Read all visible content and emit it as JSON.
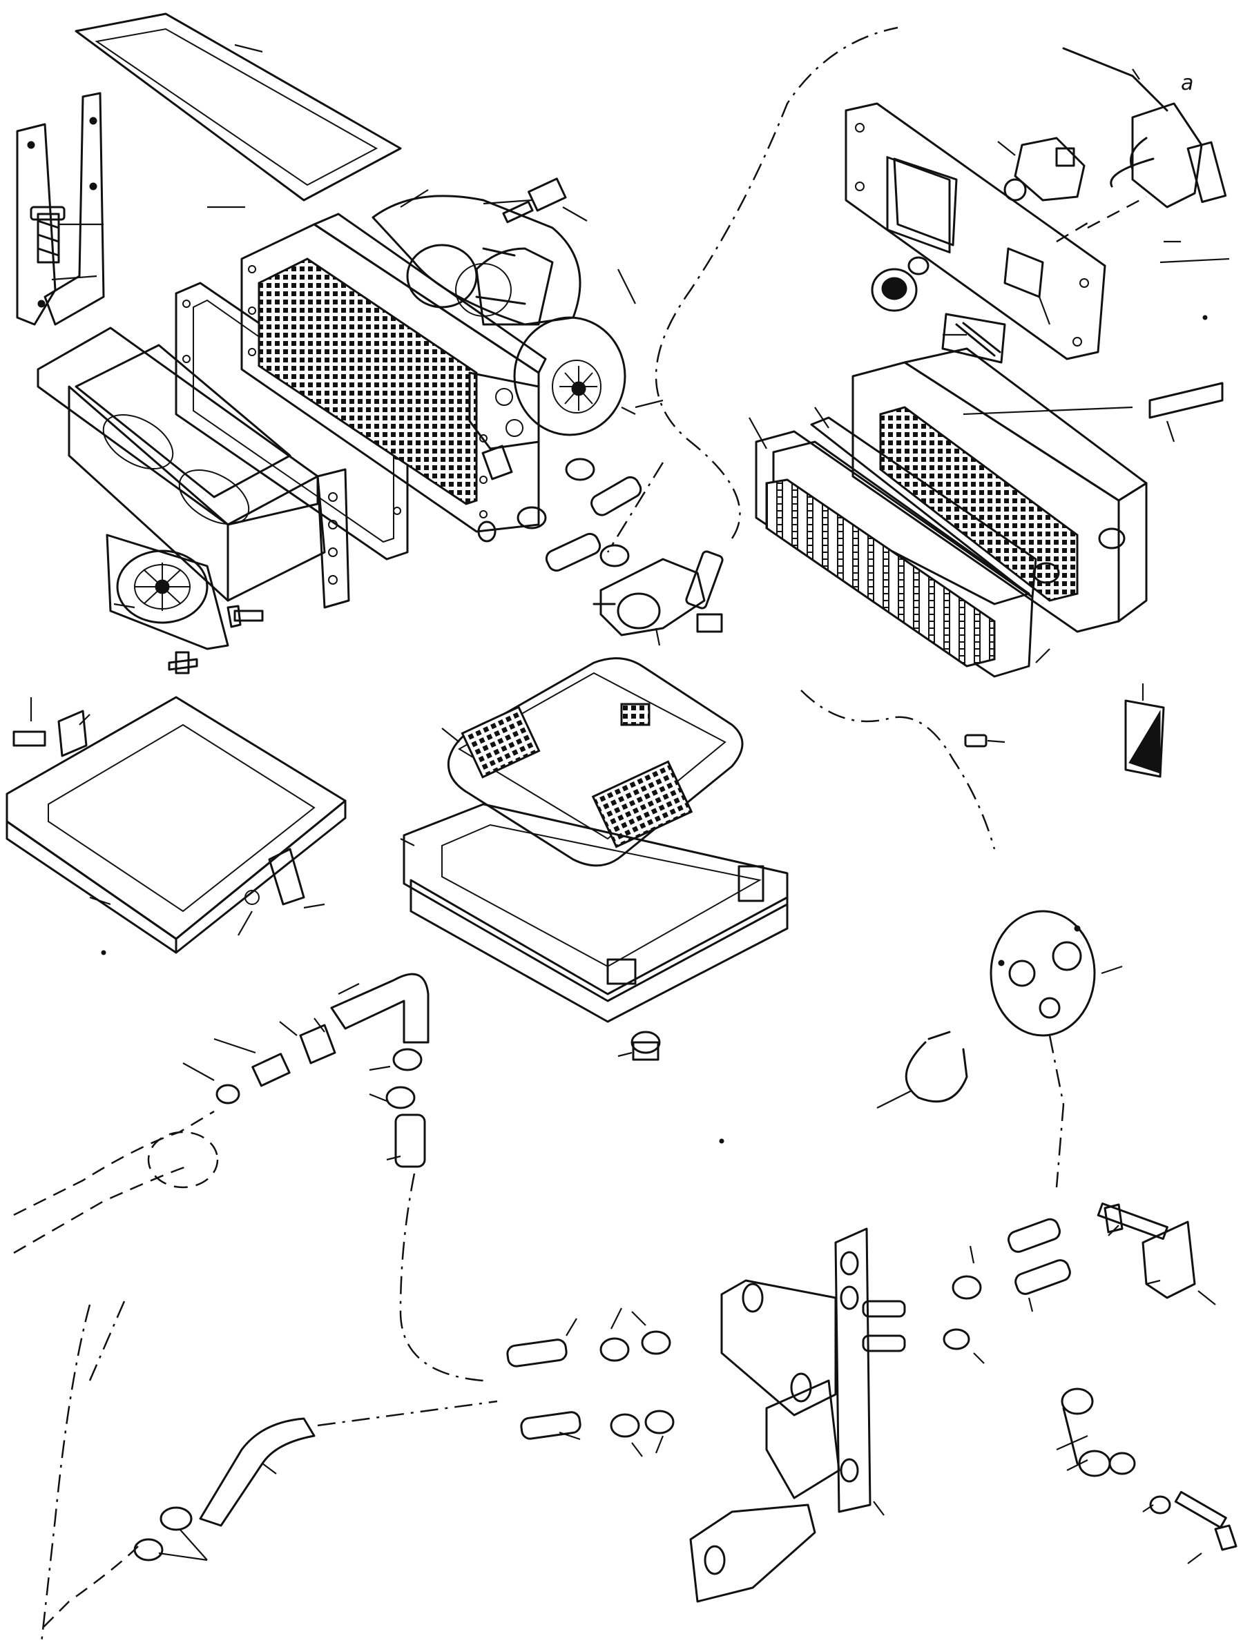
{
  "figure": {
    "annotation_label": "a",
    "colors": {
      "ink": "#111111",
      "paper": "#ffffff"
    },
    "parts": [
      "gasket-top",
      "mounting-bracket-left",
      "fan-motor-housing",
      "connector-plug",
      "heater-core-mesh-panel",
      "gasket-frame",
      "air-duct-box",
      "fan-wheel",
      "control-panel-plate",
      "toggle-switch",
      "resistor-harness",
      "control-knob",
      "warning-decal",
      "heater-unit-right",
      "louvre-grille",
      "air-filter-tray",
      "filter-housing-cover",
      "filter-housing-base",
      "hose-elbow",
      "union-fitting",
      "hose-clamps",
      "hoses",
      "water-valve",
      "flange-plate",
      "strap-clamp",
      "engine-mounting-bracket",
      "bolts-and-washers",
      "shutoff-tap-assembly"
    ]
  }
}
